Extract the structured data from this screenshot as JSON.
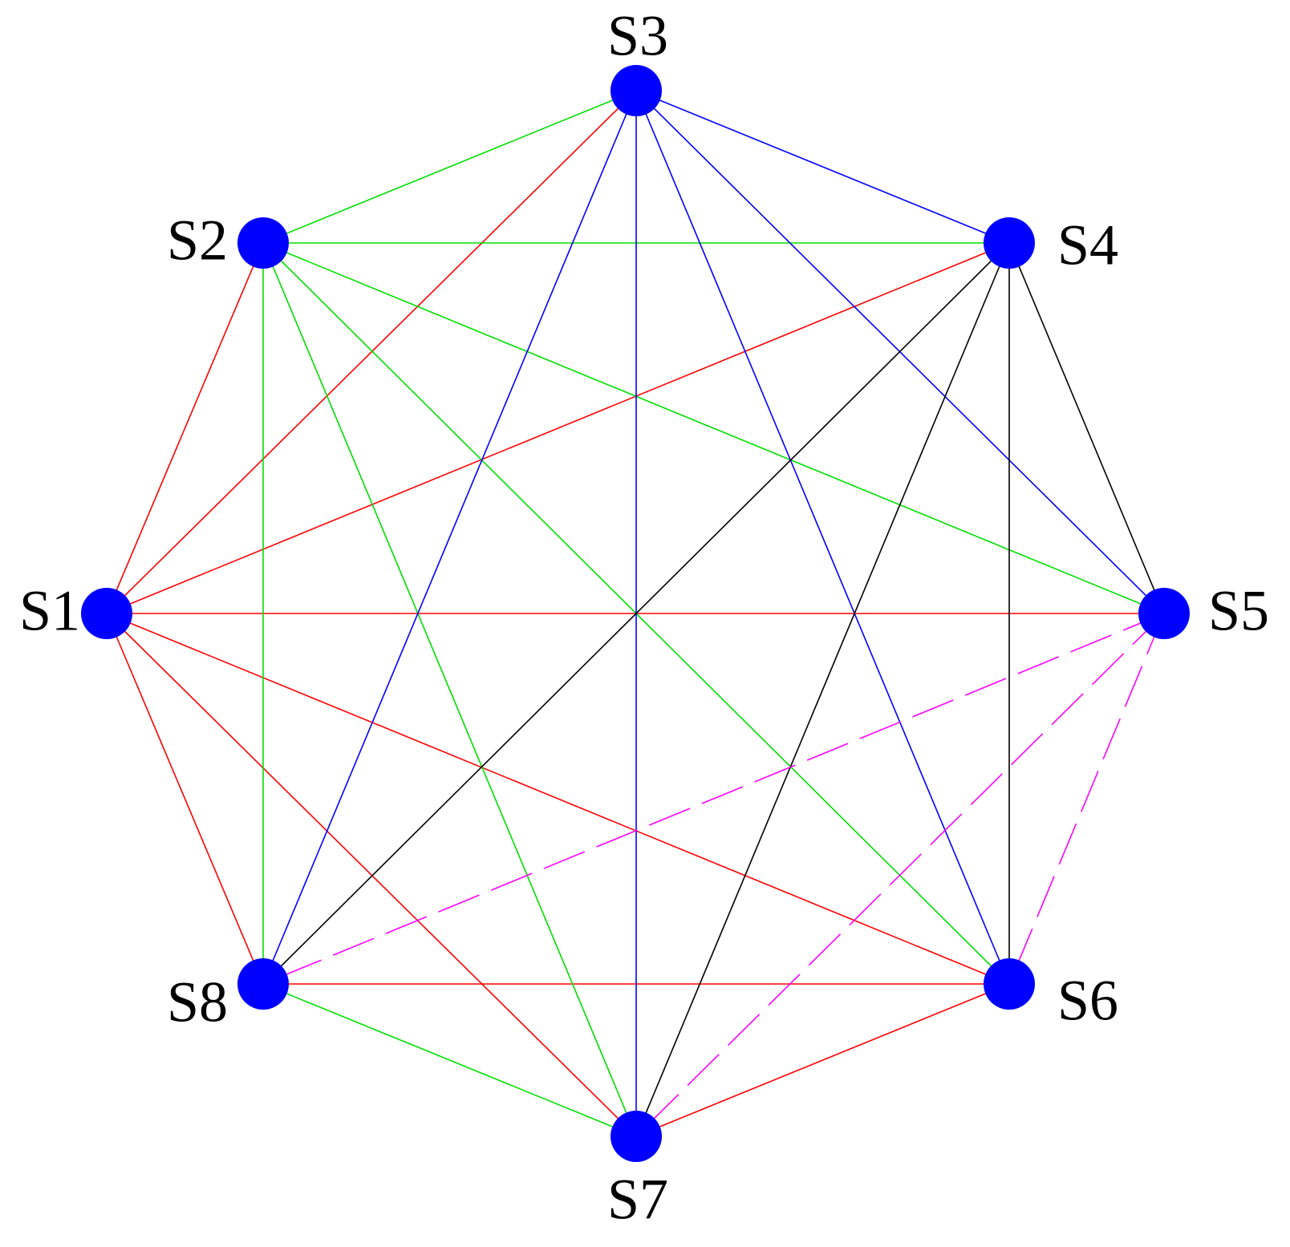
{
  "graph": {
    "node_color": "#0000ff",
    "nodes": [
      {
        "id": "S1",
        "label": "S1"
      },
      {
        "id": "S2",
        "label": "S2"
      },
      {
        "id": "S3",
        "label": "S3"
      },
      {
        "id": "S4",
        "label": "S4"
      },
      {
        "id": "S5",
        "label": "S5"
      },
      {
        "id": "S6",
        "label": "S6"
      },
      {
        "id": "S7",
        "label": "S7"
      },
      {
        "id": "S8",
        "label": "S8"
      }
    ],
    "edges": [
      {
        "from": "S1",
        "to": "S2",
        "color": "#ff0000",
        "style": "solid"
      },
      {
        "from": "S1",
        "to": "S3",
        "color": "#ff0000",
        "style": "solid"
      },
      {
        "from": "S1",
        "to": "S4",
        "color": "#ff0000",
        "style": "solid"
      },
      {
        "from": "S1",
        "to": "S5",
        "color": "#ff0000",
        "style": "solid"
      },
      {
        "from": "S1",
        "to": "S6",
        "color": "#ff0000",
        "style": "solid"
      },
      {
        "from": "S1",
        "to": "S7",
        "color": "#ff0000",
        "style": "solid"
      },
      {
        "from": "S1",
        "to": "S8",
        "color": "#ff0000",
        "style": "solid"
      },
      {
        "from": "S8",
        "to": "S6",
        "color": "#ff0000",
        "style": "solid"
      },
      {
        "from": "S7",
        "to": "S6",
        "color": "#ff0000",
        "style": "solid"
      },
      {
        "from": "S2",
        "to": "S3",
        "color": "#00e000",
        "style": "solid"
      },
      {
        "from": "S2",
        "to": "S4",
        "color": "#00e000",
        "style": "solid"
      },
      {
        "from": "S2",
        "to": "S5",
        "color": "#00e000",
        "style": "solid"
      },
      {
        "from": "S2",
        "to": "S6",
        "color": "#00e000",
        "style": "solid"
      },
      {
        "from": "S2",
        "to": "S7",
        "color": "#00e000",
        "style": "solid"
      },
      {
        "from": "S2",
        "to": "S8",
        "color": "#00e000",
        "style": "solid"
      },
      {
        "from": "S8",
        "to": "S7",
        "color": "#00e000",
        "style": "solid"
      },
      {
        "from": "S3",
        "to": "S4",
        "color": "#0000ff",
        "style": "solid"
      },
      {
        "from": "S3",
        "to": "S5",
        "color": "#0000ff",
        "style": "solid"
      },
      {
        "from": "S3",
        "to": "S6",
        "color": "#0000ff",
        "style": "solid"
      },
      {
        "from": "S3",
        "to": "S7",
        "color": "#0000ff",
        "style": "solid"
      },
      {
        "from": "S3",
        "to": "S8",
        "color": "#0000ff",
        "style": "solid"
      },
      {
        "from": "S4",
        "to": "S5",
        "color": "#000000",
        "style": "solid"
      },
      {
        "from": "S4",
        "to": "S6",
        "color": "#000000",
        "style": "solid"
      },
      {
        "from": "S4",
        "to": "S7",
        "color": "#000000",
        "style": "solid"
      },
      {
        "from": "S4",
        "to": "S8",
        "color": "#000000",
        "style": "solid"
      },
      {
        "from": "S5",
        "to": "S6",
        "color": "#ff00ff",
        "style": "dashed"
      },
      {
        "from": "S5",
        "to": "S7",
        "color": "#ff00ff",
        "style": "dashed"
      },
      {
        "from": "S5",
        "to": "S8",
        "color": "#ff00ff",
        "style": "dashed"
      }
    ]
  }
}
